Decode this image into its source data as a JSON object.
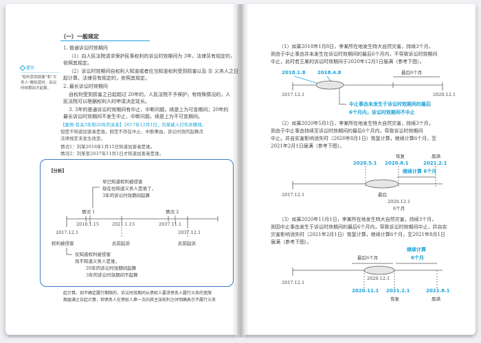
{
  "left_page": {
    "section_title": "（一）一般规定",
    "heading_1": "1. 普通诉讼时效期间",
    "para_1a": "（1）向人民法院请求保护民事权利的诉讼时效期间为 3年，法律另有规定的，",
    "para_1a_highlight": "3年",
    "para_1b": "依照其规定。",
    "para_2a": "（2）诉讼时效期间自权利人知道或者应当知道权利受到损害以及 ㊄ 义务人之日",
    "para_2b": "起计算。法律另有规定的，依照其规定。",
    "heading_2": "2. 最长诉讼时效期间",
    "para_3a": "自权利受到损害之日起超过 20年的，人民法院不予保护；有特殊情况的，人",
    "para_3b": "民法院可以根据权利人的申请决定延长。",
    "para_4a": "3. 3年的普通诉讼时效期间有中止、中断问题，续是上为可变期间；20年的",
    "para_4b": "最长诉讼时效期间不发生中止、中断问题，续是上为不可变期间。",
    "tip": {
      "label": "提示",
      "body": "“权利受到损害”和“义务人”都知道时，诉讼时效期间才起算。"
    },
    "case": {
      "line1": "【案例·有关3年和20年的关系】2017年12月1日，刘某被人打伤并瞧残，",
      "line2": "但是不知道加害者是谁。假定不存在中止、中断事由，诉讼时效的起算点",
      "line3": "法律规定未发生改变。",
      "line4": "情况1：刘某2018年1月15日知道加害者是谁。",
      "line5": "情况2：刘某至2037年11月1日才知道加害者是谁。"
    },
    "analysis": {
      "label": "【分析】",
      "top_note": [
        "早已知道权利被侵害",
        "现在也知道义务人是谁了，",
        "3年的诉讼时效期间起算"
      ],
      "case1_label": "情况 1",
      "case2_label": "情况 2",
      "dates_top": [
        "2018.1.15",
        "2021.1.15",
        "2037.11.1"
      ],
      "dates_bottom": [
        "2017.12.1",
        "2037.12.1"
      ],
      "marker_labels": [
        "权利被侵害",
        "此前起诉",
        "此前起诉"
      ],
      "bottom_note": [
        "仅知道权利被侵害",
        "尚不知道义务人是谁，",
        "20年的诉讼时效期间起算",
        "3年的诉讼时效期间不起算"
      ]
    },
    "footer_a": "起计算。如不确定履行期限的，诉讼时效期间从债权人要求债务人履行义务的宽限",
    "footer_b": "期届满之日起计算，但债务人在债权人第一次向其主张权利之时明确表示不履行义务"
  },
  "right_page": {
    "p1": {
      "line1": "（1）如果2018年1月8日，李某所在地发生特大自然灾害，持续3个月，",
      "line2": "则由于中止事由并未发生在诉讼时效期间的最后6个月内，不导致诉讼时效期间",
      "line3": "中止，此时若王某的诉讼时效期间于2020年12月1日届满（参考下图）。"
    },
    "d1": {
      "start": "2018.1.8",
      "end": "2018.4.8",
      "last6": "最后6个月",
      "left_date": "2017.12.1",
      "right_date": "2020.12.1",
      "note1": "中止事由未发生于诉讼时效期间的最后",
      "note2": "6个月内，诉讼时效期间不中止"
    },
    "p2": {
      "line1": "（2）如果2020年5月1日，李某所在地发生特大自然灾害，持续3个月，",
      "line2": "则由于中止事由持续至诉讼时效期间的最后6个月内，导致诉讼时效期间",
      "line3": "中止。并自实害影响消失时（2020年8月1日）恢复计算，继续计算6个月，至",
      "line4": "2021年2月1日届满（参考下图）。"
    },
    "d2": {
      "recover": "恢复",
      "expire": "届满",
      "date_a": "2020.5.1",
      "date_b": "2020.8.1",
      "date_c": "2021.2.1",
      "continue": "继续计算 6个月",
      "left_date": "2017.12.1",
      "last6": "最后",
      "bottom_date": "2020.12.1",
      "six_months": "6个月"
    },
    "p3": {
      "line1": "（3）如果2020年11月1日，李某所在地发生特大自然灾害，持续3个月，",
      "line2": "则因中止事由发生于诉讼时效期间的最后6个月内，导致诉讼时效期间中止，并自实",
      "line3": "灾害影响消失时（2021年2月1日）恢复计算，继续计算6个月，至2021年8月1日",
      "line4": "届满（参考下图）。"
    },
    "d3": {
      "last6": "最后6个月",
      "continue1": "继续计算",
      "continue2": "6个月",
      "left_date": "2017.12.1",
      "mid_date": "2020.12.1",
      "date_a": "2020.11.1",
      "date_b": "2021.2.1",
      "date_c": "2021.8.1",
      "recover": "恢复",
      "expire": "届满"
    }
  }
}
